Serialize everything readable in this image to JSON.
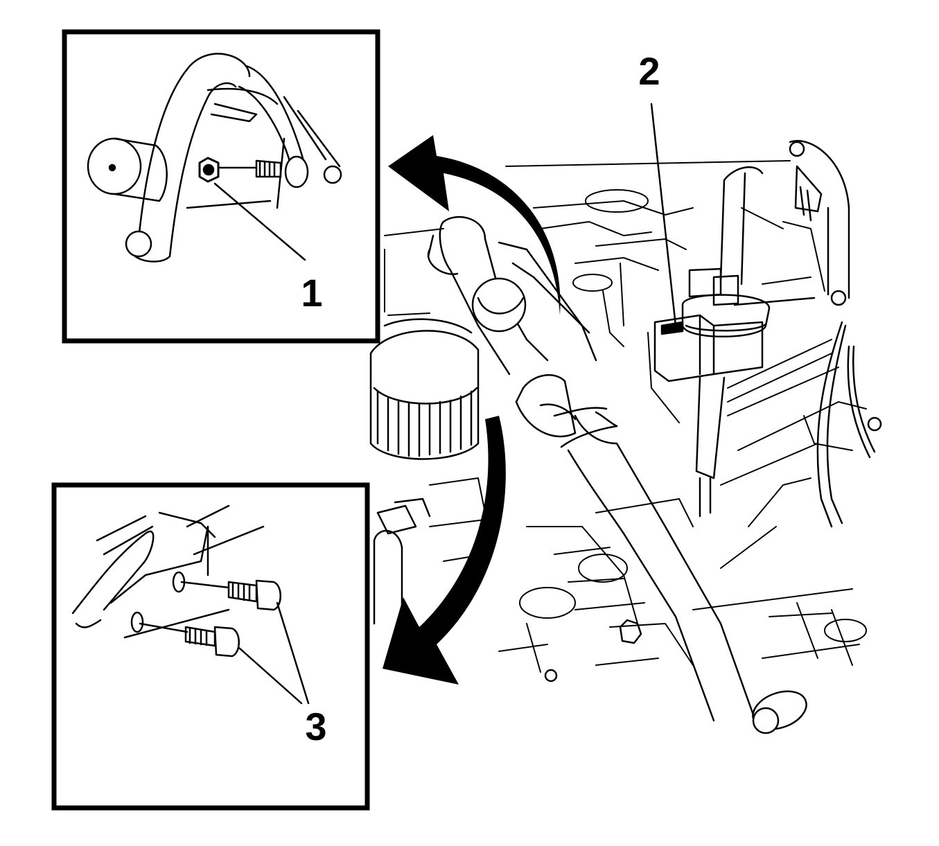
{
  "colors": {
    "line": "#000000",
    "paper": "#ffffff"
  },
  "callouts": {
    "nut": "1",
    "connector": "2",
    "bolts": "3"
  }
}
